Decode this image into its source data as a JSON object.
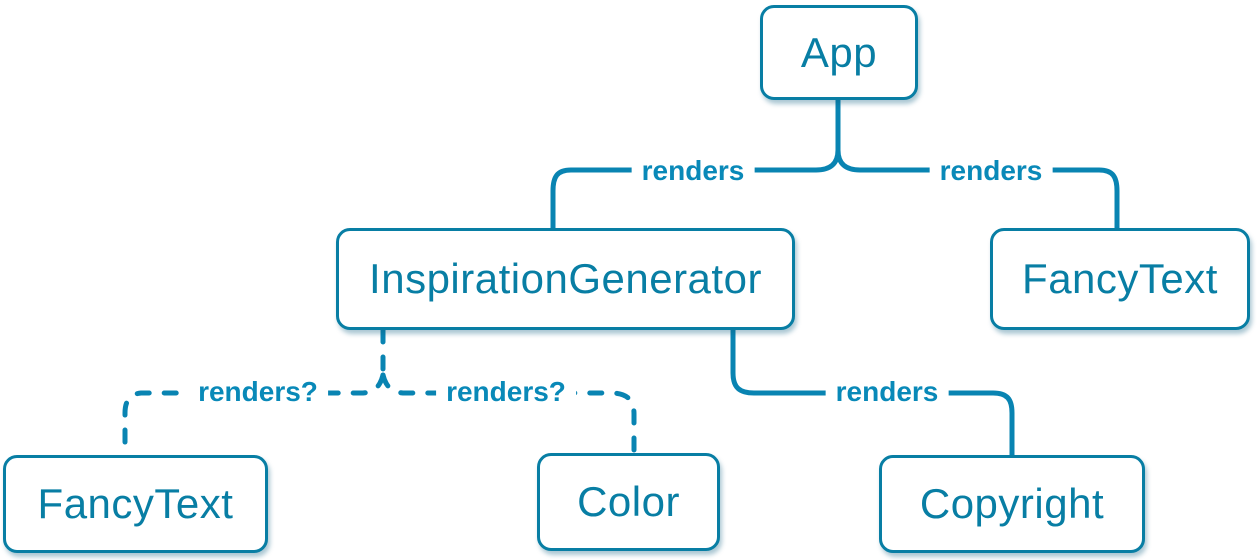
{
  "diagram": {
    "type": "component-render-tree",
    "colors": {
      "accent": "#087ea4",
      "edge": "#0984b2",
      "node_background": "#ffffff"
    },
    "nodes": [
      {
        "id": "app",
        "label": "App"
      },
      {
        "id": "inspiration-generator",
        "label": "InspirationGenerator"
      },
      {
        "id": "fancy-text-top-right",
        "label": "FancyText"
      },
      {
        "id": "fancy-text-bottom-left",
        "label": "FancyText"
      },
      {
        "id": "color",
        "label": "Color"
      },
      {
        "id": "copyright",
        "label": "Copyright"
      }
    ],
    "edges": [
      {
        "from": "App",
        "to": "InspirationGenerator",
        "label": "renders",
        "style": "solid"
      },
      {
        "from": "App",
        "to": "FancyText",
        "label": "renders",
        "style": "solid"
      },
      {
        "from": "InspirationGenerator",
        "to": "FancyText",
        "label": "renders?",
        "style": "dashed"
      },
      {
        "from": "InspirationGenerator",
        "to": "Color",
        "label": "renders?",
        "style": "dashed"
      },
      {
        "from": "InspirationGenerator",
        "to": "Copyright",
        "label": "renders",
        "style": "solid"
      }
    ]
  }
}
